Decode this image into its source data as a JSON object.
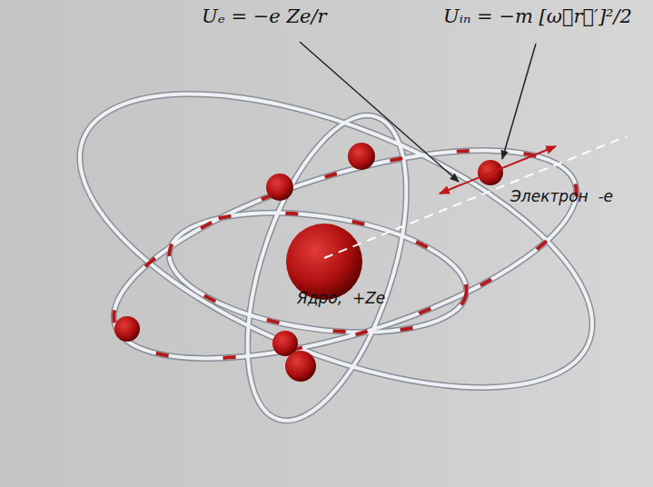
{
  "diagram": {
    "labels": [
      "Uₑ = −e Ze/r",
      "Uᵢₙ = −m [ω⃗r⃗′]²/2",
      "Электрон  -e",
      "Ядро,  +Ze"
    ]
  }
}
